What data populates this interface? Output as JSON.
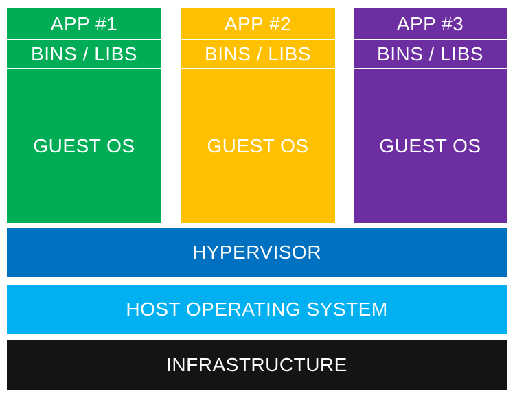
{
  "diagram": {
    "name": "hosted-virtualization-stack",
    "background": "#ffffff",
    "text_color": "#ffffff",
    "columns": [
      {
        "app": "APP #1",
        "bins": "BINS / LIBS",
        "guest": "GUEST OS",
        "color": "#00AD56"
      },
      {
        "app": "APP #2",
        "bins": "BINS / LIBS",
        "guest": "GUEST OS",
        "color": "#FFC000"
      },
      {
        "app": "APP #3",
        "bins": "BINS / LIBS",
        "guest": "GUEST OS",
        "color": "#6C2EA0"
      }
    ],
    "layers": [
      {
        "label": "HYPERVISOR",
        "color": "#0070C0"
      },
      {
        "label": "HOST OPERATING SYSTEM",
        "color": "#00B0F0"
      },
      {
        "label": "INFRASTRUCTURE",
        "color": "#141414"
      }
    ]
  }
}
